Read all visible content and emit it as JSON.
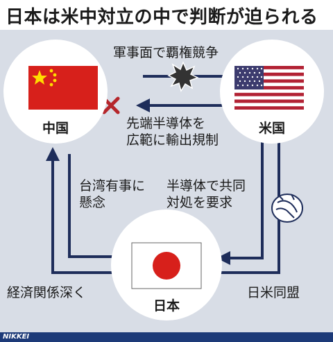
{
  "title": "日本は米中対立の中で判断が迫られる",
  "nodes": {
    "china": {
      "label": "中国"
    },
    "usa": {
      "label": "米国"
    },
    "japan": {
      "label": "日本"
    }
  },
  "relations": {
    "rivalry": "軍事面で覇権競争",
    "export_control": [
      "先端半導体を",
      "広範に輸出規制"
    ],
    "taiwan": [
      "台湾有事に",
      "懸念"
    ],
    "joint_response": [
      "半導体で共同",
      "対処を要求"
    ],
    "economic": "経済関係深く",
    "alliance": "日米同盟"
  },
  "footer": {
    "credit": "NIKKEI"
  },
  "colors": {
    "arrow": "#1e2d5a",
    "panel": "#d8dde6",
    "cross": "#b5262b",
    "footer": "#1d3a78"
  },
  "icons": [
    "china-flag-icon",
    "us-flag-icon",
    "japan-flag-icon",
    "explosion-icon",
    "cross-icon",
    "handshake-icon"
  ]
}
